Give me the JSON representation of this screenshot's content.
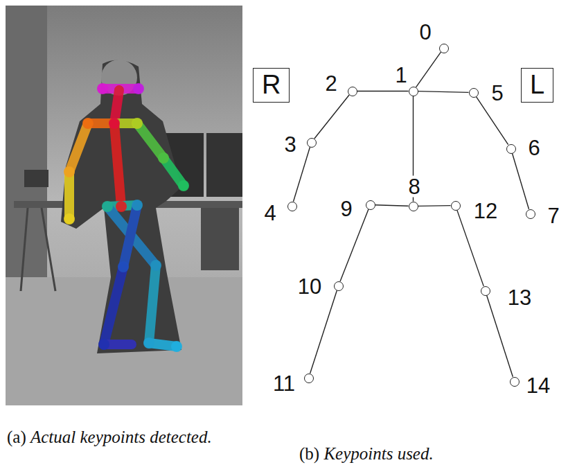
{
  "diagram": {
    "nodes": [
      {
        "text": [
          "0"
        ]
      },
      {
        "text": [
          "1"
        ]
      },
      {
        "text": [
          "2"
        ]
      },
      {
        "text": [
          "3"
        ]
      },
      {
        "text": [
          "4"
        ]
      },
      {
        "text": [
          "5"
        ]
      },
      {
        "text": [
          "6"
        ]
      },
      {
        "text": [
          "7"
        ]
      },
      {
        "text": [
          "8"
        ]
      },
      {
        "text": [
          "9"
        ]
      },
      {
        "text": [
          "10"
        ]
      },
      {
        "text": [
          "11"
        ]
      },
      {
        "text": [
          "12"
        ]
      },
      {
        "text": [
          "13"
        ]
      },
      {
        "text": [
          "14"
        ]
      },
      {
        "text": [
          "R"
        ]
      },
      {
        "text": [
          "L"
        ]
      }
    ],
    "edges": [
      {
        "from": 0,
        "to": 1,
        "arrow": "none"
      },
      {
        "from": 1,
        "to": 2,
        "arrow": "none"
      },
      {
        "from": 2,
        "to": 3,
        "arrow": "none"
      },
      {
        "from": 3,
        "to": 4,
        "arrow": "none"
      },
      {
        "from": 1,
        "to": 5,
        "arrow": "none"
      },
      {
        "from": 5,
        "to": 6,
        "arrow": "none"
      },
      {
        "from": 6,
        "to": 7,
        "arrow": "none"
      },
      {
        "from": 1,
        "to": 8,
        "arrow": "none"
      },
      {
        "from": 8,
        "to": 9,
        "arrow": "none"
      },
      {
        "from": 9,
        "to": 10,
        "arrow": "none"
      },
      {
        "from": 10,
        "to": 11,
        "arrow": "none"
      },
      {
        "from": 8,
        "to": 12,
        "arrow": "none"
      },
      {
        "from": 12,
        "to": 13,
        "arrow": "none"
      },
      {
        "from": 13,
        "to": 14,
        "arrow": "none"
      }
    ],
    "labels": [
      "(a)",
      "Actual keypoints detected.",
      "(b)",
      "Keypoints used."
    ]
  }
}
